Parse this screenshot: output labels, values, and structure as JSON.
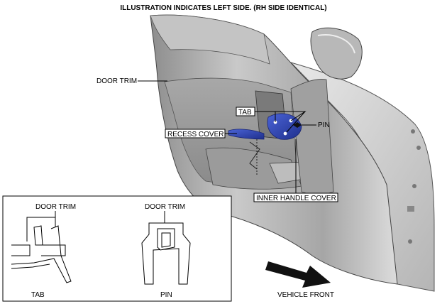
{
  "title": "ILLUSTRATION INDICATES LEFT SIDE. (RH SIDE IDENTICAL)",
  "callouts": {
    "door_trim": "DOOR TRIM",
    "tab": "TAB",
    "pin": "PIN",
    "recess_cover": "RECESS COVER",
    "inner_handle_cover": "INNER HANDLE COVER",
    "vehicle_front": "VEHICLE FRONT"
  },
  "inset": {
    "tab_detail": {
      "label": "DOOR TRIM",
      "caption": "TAB"
    },
    "pin_detail": {
      "label": "DOOR TRIM",
      "caption": "PIN"
    }
  },
  "colors": {
    "highlight": "#2f45b8",
    "door_gray": "#b9b9b9"
  }
}
